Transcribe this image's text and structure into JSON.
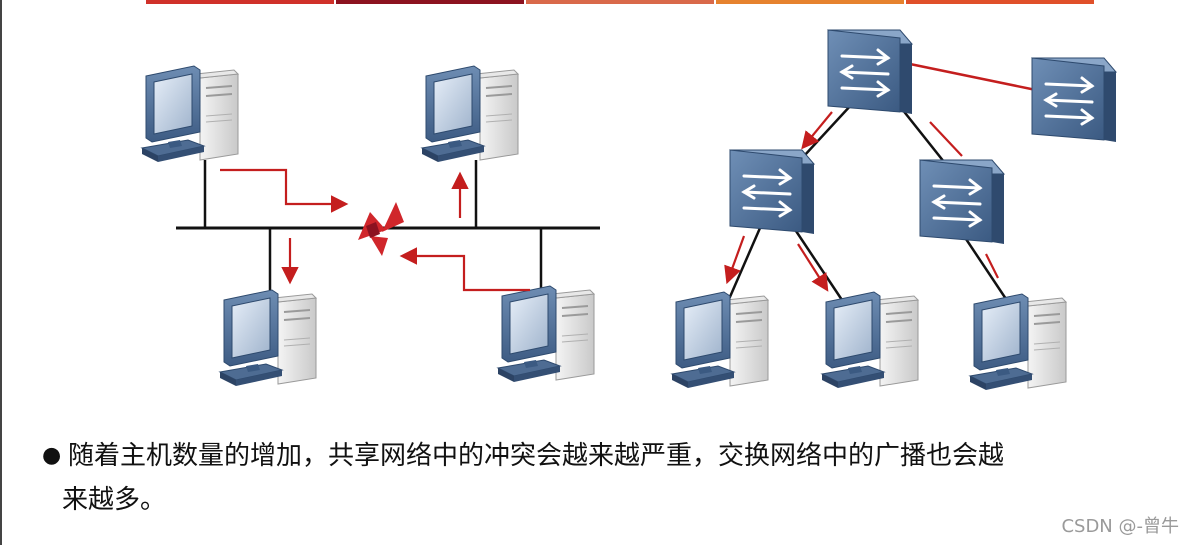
{
  "caption": {
    "bullet": "●",
    "line1": "随着主机数量的增加，共享网络中的冲突会越来越严重，交换网络中的广播也会越",
    "line2": "来越多。"
  },
  "watermark": "CSDN @-曾牛",
  "colors": {
    "top_bar": [
      "#d0312a",
      "#8c1220",
      "#d9694a",
      "#e6822e",
      "#e0502a"
    ],
    "arrow": "#c41e1e",
    "device_front": "#4a6a92",
    "device_side": "#2f4a6e",
    "wire": "#111111"
  },
  "icons": {
    "pc": "desktop-computer-icon",
    "switch": "network-switch-icon",
    "collision": "collision-burst-icon"
  }
}
